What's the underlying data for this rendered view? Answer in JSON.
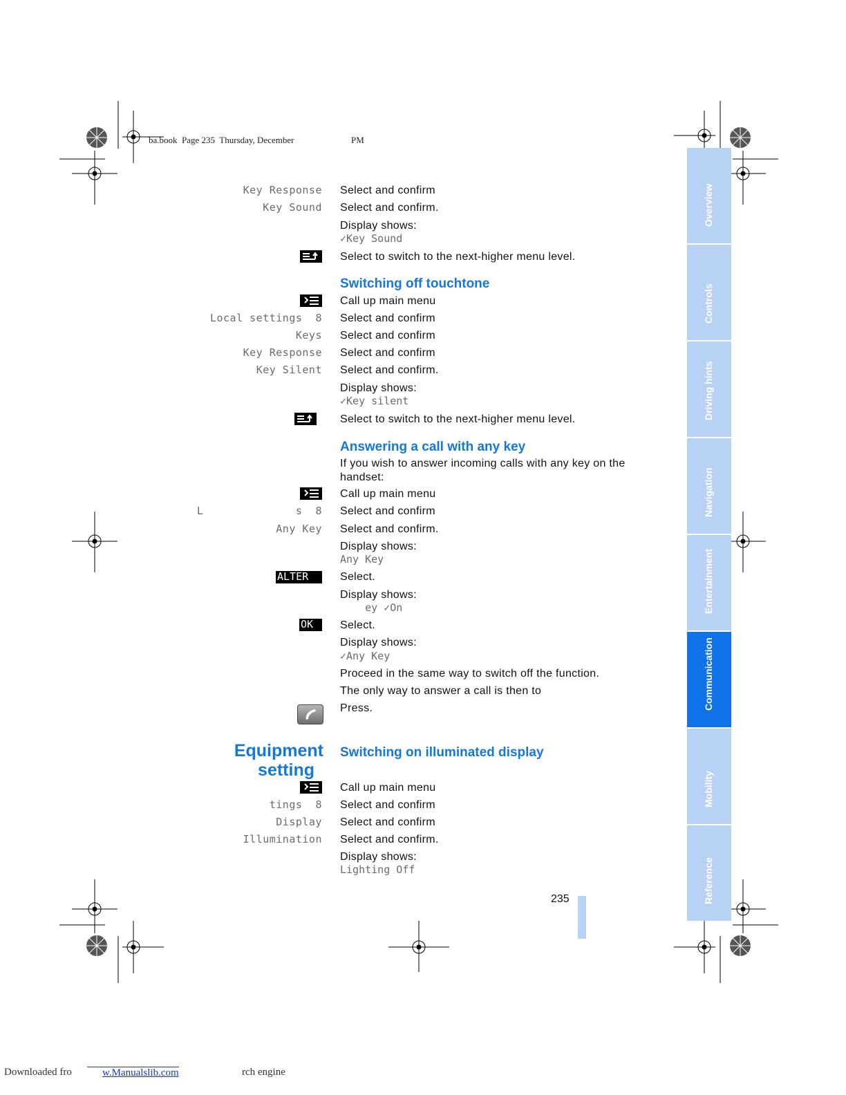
{
  "header": {
    "file_info": "ba.book  Page 235  Thursday, December",
    "time_suffix": "PM"
  },
  "section1": {
    "rows": [
      {
        "label": "Key Response",
        "text": "Select and confirm"
      },
      {
        "label": "Key Sound",
        "text": "Select and confirm."
      }
    ],
    "display_label": "Display shows:",
    "display_value": "✓Key Sound",
    "back_text": "Select to switch to the next-higher menu level."
  },
  "section2": {
    "heading": "Switching off touchtone",
    "main_menu_text": "Call up main menu",
    "rows": [
      {
        "label": "Local settings  8",
        "text": "Select and confirm"
      },
      {
        "label": "Keys",
        "text": "Select and confirm"
      },
      {
        "label": "Key Response",
        "text": "Select and confirm"
      },
      {
        "label": "Key Silent",
        "text": "Select and confirm."
      }
    ],
    "display_label": "Display shows:",
    "display_value": "✓Key silent",
    "back_text": "Select to switch to the next-higher menu level."
  },
  "section3": {
    "heading": "Answering a call with any key",
    "intro_line1": "If you wish to answer incoming calls with any key on the",
    "intro_line2": "handset:",
    "main_menu_text": "Call up main menu",
    "row1_label": "L              s  8",
    "row1_text": "Select and confirm",
    "row2_label": "Any Key",
    "row2_text": "Select and confirm.",
    "display_label1": "Display shows:",
    "display_value1": "Any Key",
    "alter_label": "ALTER",
    "alter_text": "Select.",
    "display_label2": "Display shows:",
    "display_value2": "    ey ✓On",
    "ok_label": "OK",
    "ok_text": "Select.",
    "display_label3": "Display shows:",
    "display_value3": "✓Any Key",
    "proceed_text": "Proceed in the same way to switch off the function.",
    "only_way_text": "The only way to answer a call is then to",
    "press_text": "Press."
  },
  "section4": {
    "title_line1": "Equipment",
    "title_line2": "setting",
    "heading": "Switching on illuminated display",
    "main_menu_text": "Call up main menu",
    "rows": [
      {
        "label": "tings  8",
        "text": "Select and confirm"
      },
      {
        "label": "Display",
        "text": "Select and confirm"
      },
      {
        "label": "Illumination",
        "text": "Select and confirm."
      }
    ],
    "display_label": "Display shows:",
    "display_value": "Lighting Off"
  },
  "page_number": "235",
  "side_tabs": [
    "Overview",
    "Controls",
    "Driving hints",
    "Navigation",
    "Entertainment",
    "Communication",
    "Mobility",
    "Reference"
  ],
  "active_tab": "Communication",
  "footer": {
    "left": "Downloaded fro",
    "link": "w.Manualslib.com",
    "right": "rch engine"
  },
  "colors": {
    "heading_blue": "#1478d8",
    "tab_light": "#b8d2f6",
    "tab_active": "#0f72e6"
  }
}
